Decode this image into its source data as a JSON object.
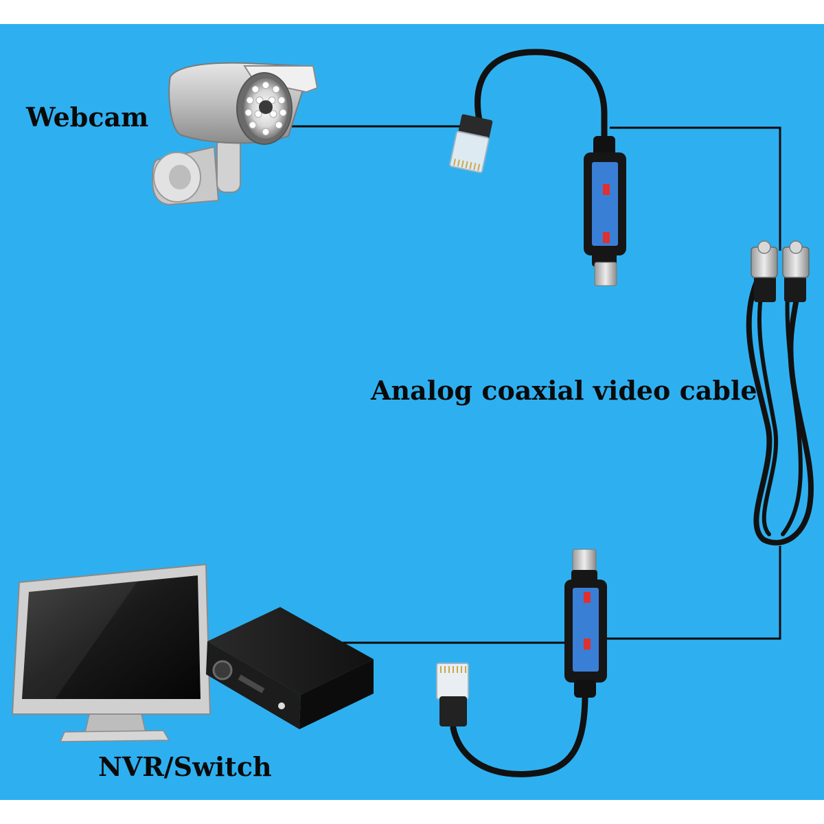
{
  "labels": {
    "camera": "Webcam",
    "cable": "Analog coaxial video cable",
    "recorder": "NVR/Switch"
  },
  "colors": {
    "background": "#2eb0f0",
    "frame": "#ffffff",
    "wire": "#0a0a0a",
    "balun_label": "#3a7fd6",
    "balun_body": "#161616"
  }
}
